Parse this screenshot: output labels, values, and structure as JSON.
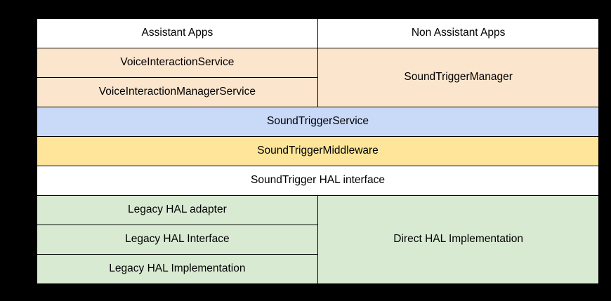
{
  "diagram": {
    "description": "SoundTrigger architecture stack diagram",
    "colors": {
      "page_background": "#000000",
      "grid_line": "#000000",
      "text": "#000000",
      "apps_layer": "#ffffff",
      "framework_layer": "#fce5cd",
      "service_layer": "#c9daf8",
      "middleware_layer": "#ffe599",
      "hal_interface_layer": "#ffffff",
      "hal_impl_layer": "#d9ead3"
    },
    "cells": {
      "assistant_apps": {
        "label": "Assistant Apps",
        "color": "#ffffff"
      },
      "non_assistant_apps": {
        "label": "Non Assistant Apps",
        "color": "#ffffff"
      },
      "voice_interaction_service": {
        "label": "VoiceInteractionService",
        "color": "#fce5cd"
      },
      "sound_trigger_manager": {
        "label": "SoundTriggerManager",
        "color": "#fce5cd"
      },
      "voice_interaction_manager_service": {
        "label": "VoiceInteractionManagerService",
        "color": "#fce5cd"
      },
      "sound_trigger_service": {
        "label": "SoundTriggerService",
        "color": "#c9daf8"
      },
      "sound_trigger_middleware": {
        "label": "SoundTriggerMiddleware",
        "color": "#ffe599"
      },
      "sound_trigger_hal_interface": {
        "label": "SoundTrigger HAL interface",
        "color": "#ffffff"
      },
      "legacy_hal_adapter": {
        "label": "Legacy HAL adapter",
        "color": "#d9ead3"
      },
      "direct_hal_implementation": {
        "label": "Direct HAL Implementation",
        "color": "#d9ead3"
      },
      "legacy_hal_interface": {
        "label": "Legacy HAL Interface",
        "color": "#d9ead3"
      },
      "legacy_hal_implementation": {
        "label": "Legacy HAL Implementation",
        "color": "#d9ead3"
      }
    }
  }
}
